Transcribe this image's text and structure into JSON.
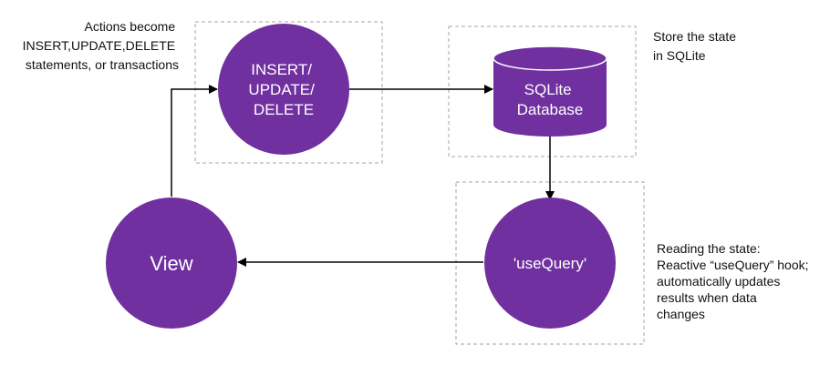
{
  "colors": {
    "node_fill": "#7030a0",
    "node_text": "#ffffff",
    "edge": "#000000",
    "group_border": "#a6a6a6",
    "annotation_text": "#111111"
  },
  "nodes": {
    "insert": {
      "lines": [
        "INSERT/",
        "UPDATE/",
        "DELETE"
      ],
      "shape": "circle"
    },
    "database": {
      "lines": [
        "SQLite",
        "Database"
      ],
      "shape": "cylinder"
    },
    "use_query": {
      "lines": [
        "'useQuery'"
      ],
      "shape": "circle"
    },
    "view": {
      "lines": [
        "View"
      ],
      "shape": "circle"
    }
  },
  "annotations": {
    "actions": [
      "Actions become",
      "INSERT,UPDATE,DELETE",
      "statements, or transactions"
    ],
    "store": [
      "Store the state",
      "in SQLite"
    ],
    "reading": [
      "Reading the state:",
      "Reactive “useQuery” hook;",
      "automatically updates",
      "results when data",
      "changes"
    ]
  },
  "edges": [
    {
      "from": "view",
      "to": "insert"
    },
    {
      "from": "insert",
      "to": "database"
    },
    {
      "from": "database",
      "to": "use_query"
    },
    {
      "from": "use_query",
      "to": "view"
    }
  ]
}
